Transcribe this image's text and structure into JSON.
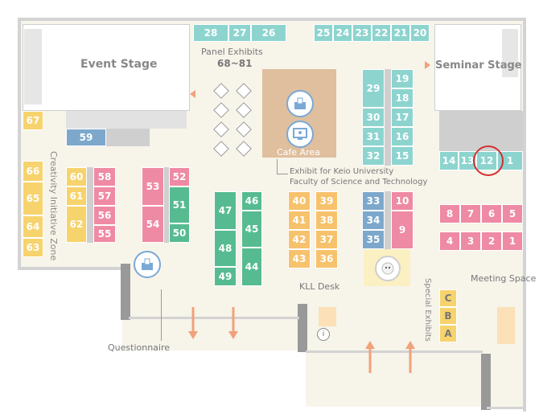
{
  "labels": {
    "event_stage": "Event Stage",
    "seminar_stage": "Seminar Stage",
    "panel_exhibits": "Panel Exhibits",
    "panel_range": "68~81",
    "cafe_area": "Cafe Area",
    "exhibit_keio_1": "Exhibit for Keio University",
    "exhibit_keio_2": "Faculty of Science and Technology",
    "creativity_zone": "Creativity Initiative Zone",
    "kll_desk": "KLL Desk",
    "special_exhibits": "Special Exhibits",
    "meeting_space": "Meeting Space",
    "questionnaire": "Questionnaire"
  },
  "booths": {
    "b28": "28",
    "b27": "27",
    "b26": "26",
    "b25": "25",
    "b24": "24",
    "b23": "23",
    "b22": "22",
    "b21": "21",
    "b20": "20",
    "b67": "67",
    "b59": "59",
    "b66": "66",
    "b65": "65",
    "b64": "64",
    "b63": "63",
    "b60": "60",
    "b61": "61",
    "b62": "62",
    "b58": "58",
    "b57": "57",
    "b56": "56",
    "b55": "55",
    "b53": "53",
    "b54": "54",
    "b52": "52",
    "b51": "51",
    "b50": "50",
    "b47": "47",
    "b48": "48",
    "b49": "49",
    "b46": "46",
    "b45": "45",
    "b44": "44",
    "b40": "40",
    "b41": "41",
    "b42": "42",
    "b43": "43",
    "b39": "39",
    "b38": "38",
    "b37": "37",
    "b36": "36",
    "b33": "33",
    "b34": "34",
    "b35": "35",
    "b10": "10",
    "b9": "9",
    "b29": "29",
    "b30": "30",
    "b31": "31",
    "b32": "32",
    "b19": "19",
    "b18": "18",
    "b17": "17",
    "b16": "16",
    "b15": "15",
    "b14": "14",
    "b13": "13",
    "b12": "12",
    "b11": "1",
    "b8": "8",
    "b7": "7",
    "b6": "6",
    "b5": "5",
    "b4": "4",
    "b3": "3",
    "b2": "2",
    "b1": "1",
    "bC": "C",
    "bB": "B",
    "bA": "A"
  },
  "highlight": {
    "booth": "12",
    "color": "#d32f2f"
  },
  "colors": {
    "yellow": "#f7d36d",
    "orange": "#f7c26c",
    "pink": "#ef8aa4",
    "green": "#56bb91",
    "teal": "#8dd4cf",
    "blue": "#7da8cc",
    "arrow": "#f0a27a"
  },
  "icons": [
    "ballot-box-icon",
    "presentation-icon",
    "robot-icon",
    "info-icon",
    "entrance-arrow-icon"
  ]
}
